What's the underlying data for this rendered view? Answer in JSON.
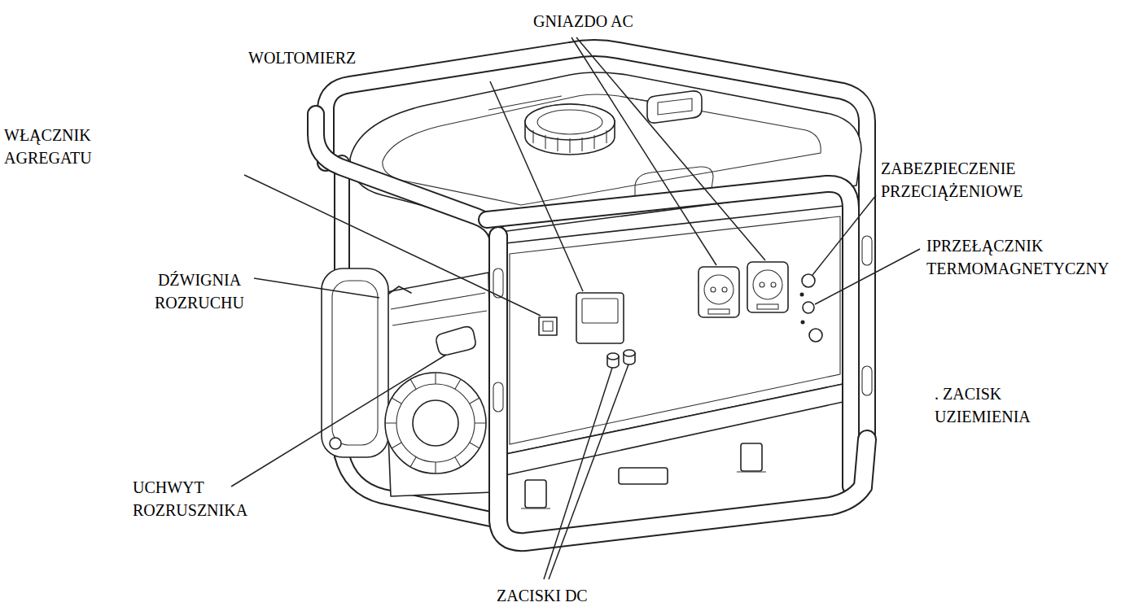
{
  "diagram": {
    "labels": [
      "GNIAZDO AC",
      "WOLTOMIERZ",
      "WŁĄCZNIK AGREGATU",
      "ZABEZPIECZENIE PRZECIĄŻENIOWE",
      "IPRZEŁĄCZNIK TERMOMAGNETYCZNY",
      "DŹWIGNIA ROZRUCHU",
      ". ZACISK UZIEMIENIA",
      "UCHWYT ROZRUSZNIKA",
      "ZACISKI DC"
    ]
  }
}
